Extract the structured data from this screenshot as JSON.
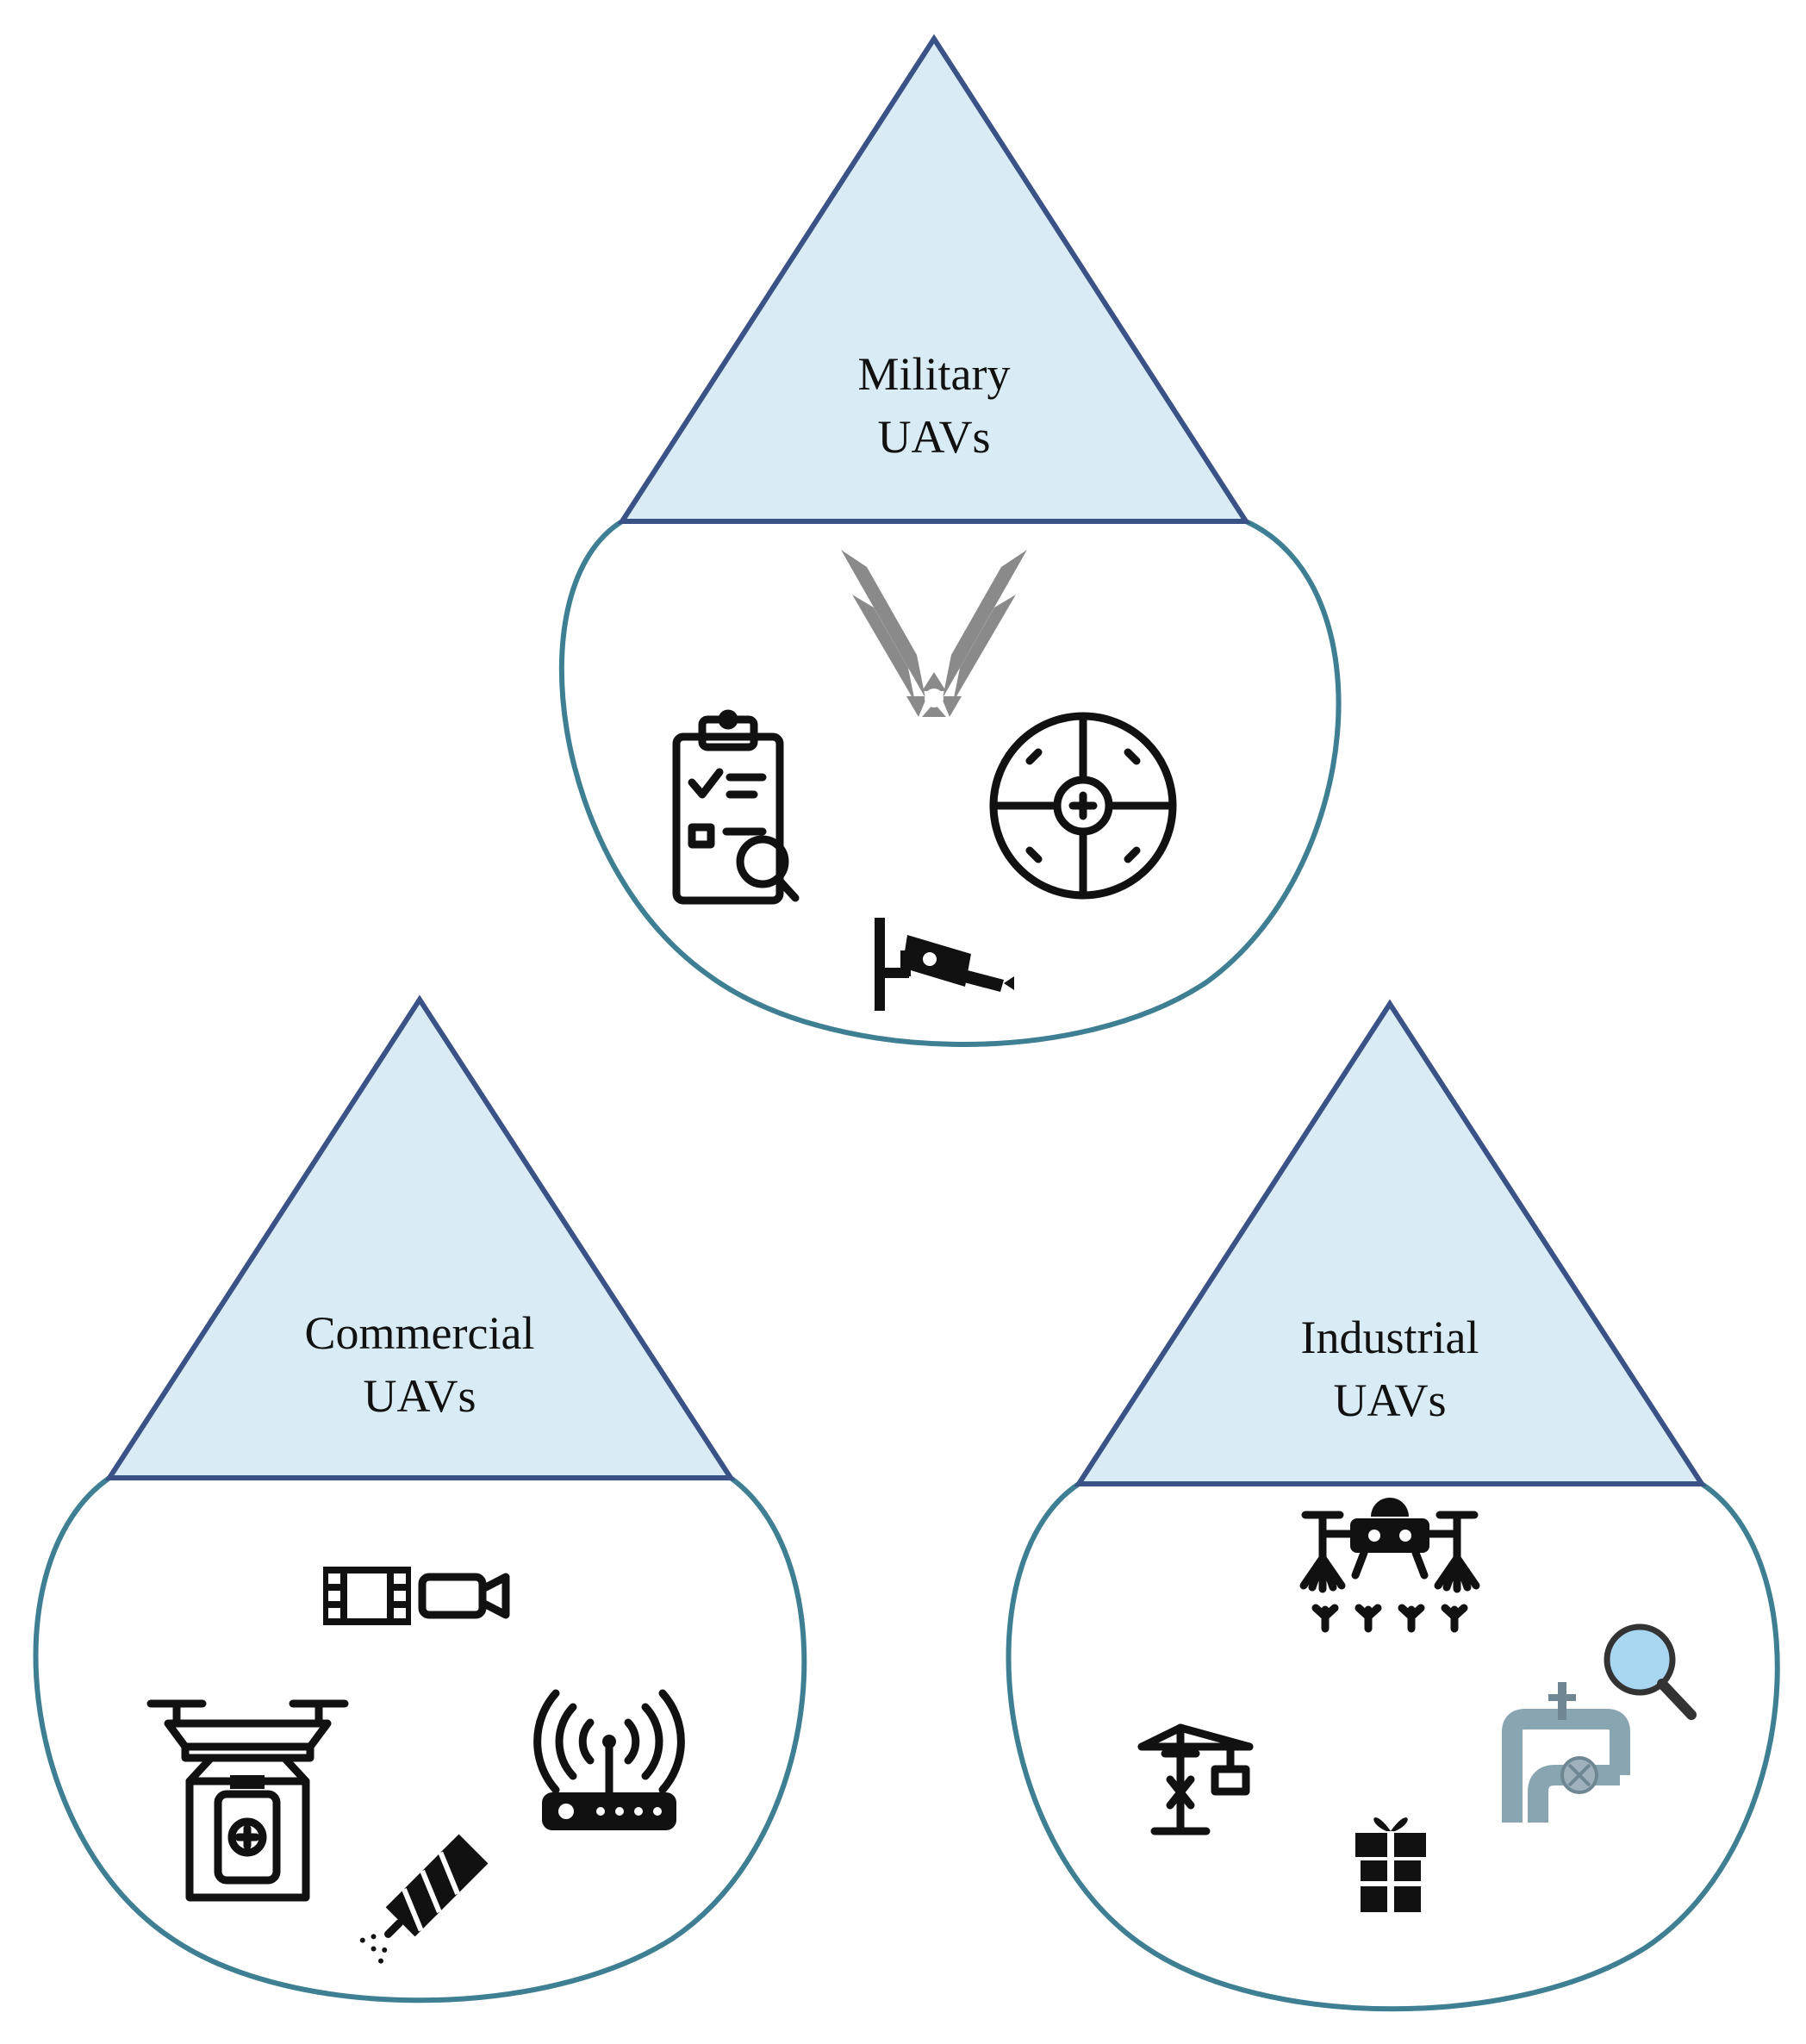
{
  "colors": {
    "triangle_fill": "#d9ecf5",
    "triangle_stroke": "#3b5287",
    "bowl_stroke": "#3f7f93",
    "icon_dark": "#111111",
    "wing_gray": "#8a8a8a",
    "pipe_gray": "#8aa5b2",
    "lens_blue": "#a9d7f2"
  },
  "drops": {
    "military": {
      "label_line1": "Military",
      "label_line2": "UAVs",
      "icons": [
        "air-force-wings-icon",
        "clipboard-inspection-icon",
        "crosshair-target-icon",
        "surveillance-camera-icon"
      ]
    },
    "commercial": {
      "label_line1": "Commercial",
      "label_line2": "UAVs",
      "icons": [
        "film-camera-icon",
        "delivery-drone-medicine-icon",
        "wireless-router-icon",
        "firework-icon"
      ]
    },
    "industrial": {
      "label_line1": "Industrial",
      "label_line2": "UAVs",
      "icons": [
        "crop-spraying-drone-icon",
        "construction-crane-icon",
        "gift-package-icon",
        "pipeline-inspection-icon"
      ]
    }
  }
}
